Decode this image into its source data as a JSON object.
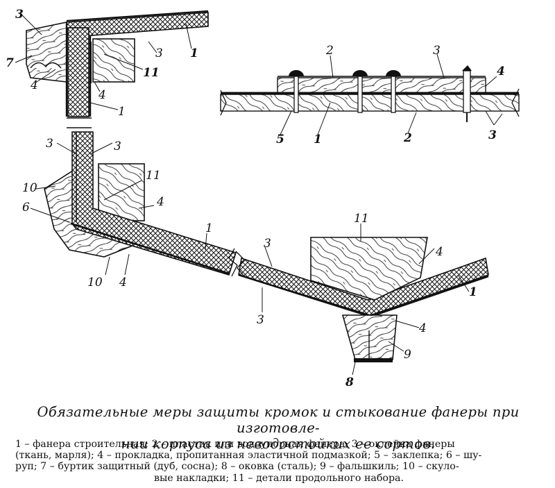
{
  "labels": {
    "a3": "3",
    "a7": "7",
    "a4": "4",
    "a11": "11",
    "a3b": "3",
    "a1": "1",
    "a4b": "4",
    "a1b": "1",
    "a3c": "3",
    "a3d": "3",
    "b2": "2",
    "b3": "3",
    "b4": "4",
    "b5": "5",
    "b1": "1",
    "b2b": "2",
    "b3b": "3",
    "c11": "11",
    "c10": "10",
    "c6": "6",
    "c4": "4",
    "c1": "1",
    "c10b": "10",
    "c4b": "4",
    "d3": "3",
    "d3b": "3",
    "d11": "11",
    "d4": "4",
    "d1": "1",
    "d4b": "4",
    "d9": "9",
    "d8": "8"
  },
  "caption": {
    "line1": "Обязательные меры защиты кромок и стыкование фанеры при изготовле-",
    "line2": "нии корпуса из неводостойких ее сортов."
  },
  "legend": {
    "line1": "1 – фанера строительная; 2 – пластик или водоупорная фанера; 3 – оклейка фанеры",
    "line2": "(ткань, марля); 4 – прокладка, пропитанная эластичной подмазкой; 5 – заклепка; 6 – шу-",
    "line3": "руп; 7 – буртик защитный (дуб, сосна); 8 – оковка (сталь); 9 – фальшкиль; 10 – скуло-",
    "line4": "вые накладки; 11 – детали продольного набора."
  }
}
